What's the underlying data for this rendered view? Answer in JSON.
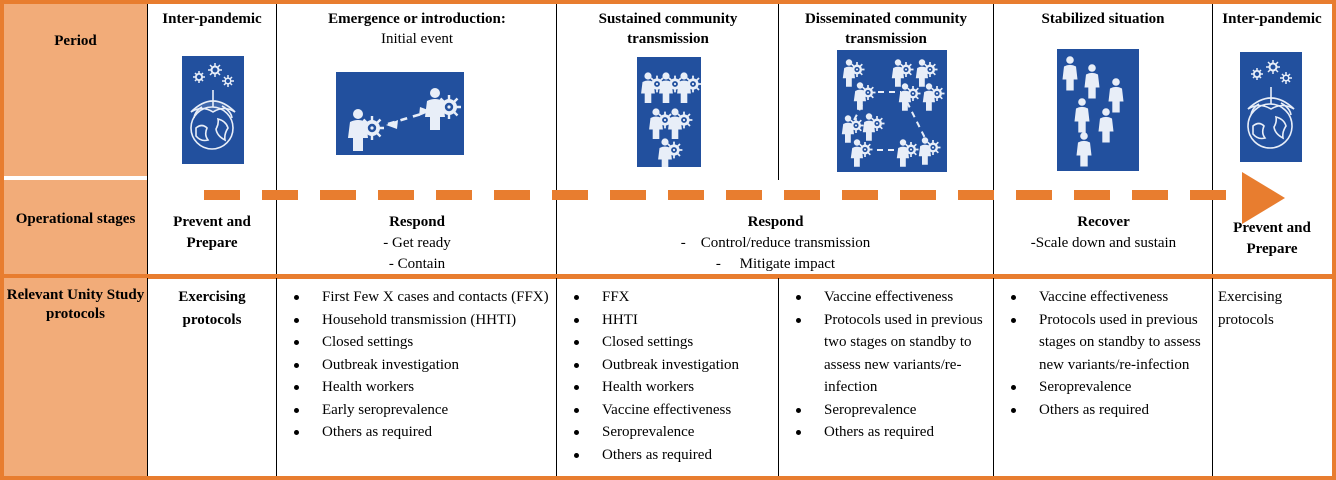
{
  "figure": {
    "title": "Pandemic phases, operational stages and relevant Unity Study protocols",
    "colors": {
      "accent_orange": "#E87D2F",
      "header_peach": "#F2AC79",
      "icon_blue": "#22509E",
      "text_black": "#000000"
    }
  },
  "row_headers": [
    {
      "label": "Period"
    },
    {
      "label": "Operational stages"
    },
    {
      "label": "Relevant Unity Study protocols"
    }
  ],
  "periods": [
    {
      "title": "Inter-pandemic",
      "subtitle": "",
      "icon": "umbrella-over-globe-with-virus-icon"
    },
    {
      "title": "Emergence or introduction:",
      "subtitle": "Initial event",
      "icon": "two-infected-people-transmission-icon"
    },
    {
      "title": "Sustained community transmission",
      "subtitle": "",
      "icon": "six-infected-people-icon"
    },
    {
      "title": "Disseminated community transmission",
      "subtitle": "",
      "icon": "infected-people-network-icon"
    },
    {
      "title": "Stabilized situation",
      "subtitle": "",
      "icon": "six-healthy-people-icon"
    },
    {
      "title": "Inter-pandemic",
      "subtitle": "",
      "icon": "umbrella-over-globe-with-virus-icon"
    }
  ],
  "operational_stages": [
    {
      "heading": "Prevent and Prepare",
      "lines": []
    },
    {
      "heading": "Respond",
      "lines": [
        "- Get ready",
        "- Contain"
      ]
    },
    {
      "heading": "Respond",
      "lines": [
        "-    Control/reduce transmission",
        "-     Mitigate impact"
      ]
    },
    {
      "heading": "Recover",
      "lines": [
        "-Scale down and sustain"
      ]
    },
    {
      "heading": "Prevent and Prepare",
      "lines": []
    }
  ],
  "arrow": {
    "style": "dashed-orange-right-arrow",
    "direction": "left-to-right"
  },
  "protocols": [
    {
      "bold": true,
      "centered": true,
      "bulleted": false,
      "items": [
        "Exercising protocols"
      ]
    },
    {
      "bold": false,
      "centered": false,
      "bulleted": true,
      "items": [
        "First Few X cases and contacts (FFX)",
        "Household transmission (HHTI)",
        "Closed settings",
        "Outbreak investigation",
        "Health workers",
        "Early seroprevalence",
        "Others as required"
      ]
    },
    {
      "bold": false,
      "centered": false,
      "bulleted": true,
      "items": [
        "FFX",
        "HHTI",
        "Closed settings",
        "Outbreak investigation",
        "Health workers",
        "Vaccine effectiveness",
        "Seroprevalence",
        "Others as required"
      ]
    },
    {
      "bold": false,
      "centered": false,
      "bulleted": true,
      "items": [
        "Vaccine effectiveness",
        "Protocols used in previous two stages on standby to assess new variants/re-infection",
        "Seroprevalence",
        "Others as required"
      ]
    },
    {
      "bold": false,
      "centered": false,
      "bulleted": true,
      "items": [
        "Vaccine effectiveness",
        "Protocols used in previous stages on standby to assess new variants/re-infection",
        "Seroprevalence",
        "Others as required"
      ]
    },
    {
      "bold": false,
      "centered": false,
      "bulleted": false,
      "items": [
        "Exercising protocols"
      ]
    }
  ]
}
